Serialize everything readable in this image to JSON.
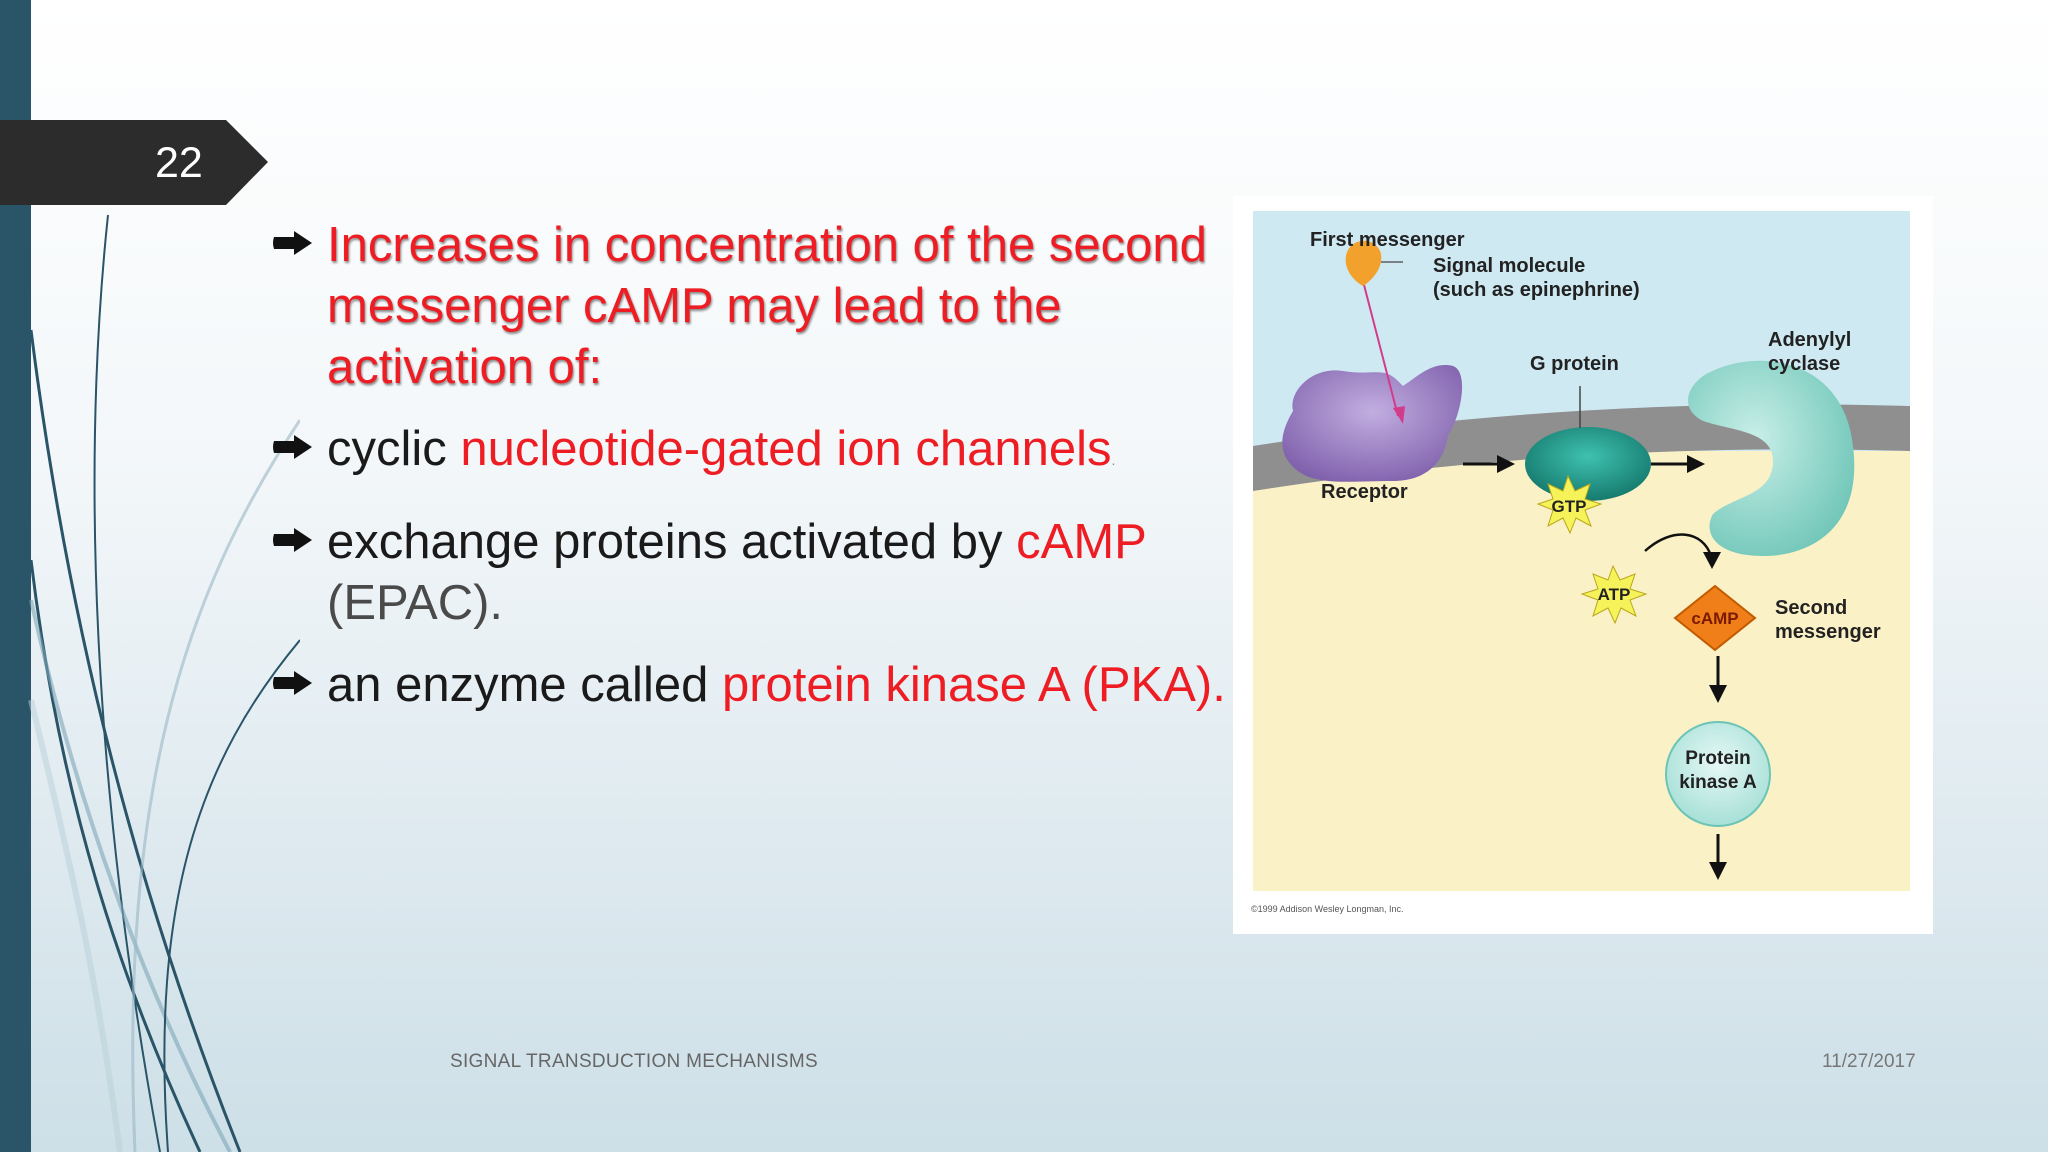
{
  "slide": {
    "number": "22",
    "bullets": [
      {
        "parts": [
          {
            "text": "Increases in concentration of the second messenger cAMP may lead to the activation of:",
            "style": "title-red"
          }
        ]
      },
      {
        "parts": [
          {
            "text": "cyclic ",
            "style": "black"
          },
          {
            "text": "nucleotide-gated ion channels",
            "style": "red"
          },
          {
            "text": ".",
            "style": "dot"
          }
        ]
      },
      {
        "parts": [
          {
            "text": "exchange proteins activated by ",
            "style": "black"
          },
          {
            "text": "cAMP",
            "style": "red"
          },
          {
            "text": " (EPAC).",
            "style": "grey"
          }
        ]
      },
      {
        "parts": [
          {
            "text": "an enzyme called ",
            "style": "black"
          },
          {
            "text": "protein kinase A (PKA).",
            "style": "red"
          }
        ]
      }
    ]
  },
  "diagram": {
    "first_messenger": "First messenger",
    "signal_molecule_line1": "Signal molecule",
    "signal_molecule_line2": "(such as epinephrine)",
    "g_protein": "G protein",
    "adenylyl_line1": "Adenylyl",
    "adenylyl_line2": "cyclase",
    "receptor": "Receptor",
    "gtp": "GTP",
    "atp": "ATP",
    "camp": "cAMP",
    "second_messenger_line1": "Second",
    "second_messenger_line2": "messenger",
    "pka_line1": "Protein",
    "pka_line2": "kinase A",
    "copyright": "©1999 Addison Wesley Longman, Inc.",
    "colors": {
      "sky": "#cfe9f3",
      "cytoplasm": "#fbf1c6",
      "membrane": "#8f8f8f",
      "receptor": "#9a7cc0",
      "g_protein": "#1f9b8c",
      "adenylyl": "#9fdad0",
      "camp": "#f07f1a",
      "atp_gtp": "#f5f25a",
      "signal": "#f2a12c"
    }
  },
  "footer": {
    "title": "SIGNAL TRANSDUCTION MECHANISMS",
    "date": "11/27/2017"
  },
  "theme": {
    "dark_bar": "#2a5468",
    "tab": "#2c2c2c",
    "accent_red": "#ee1d23"
  }
}
